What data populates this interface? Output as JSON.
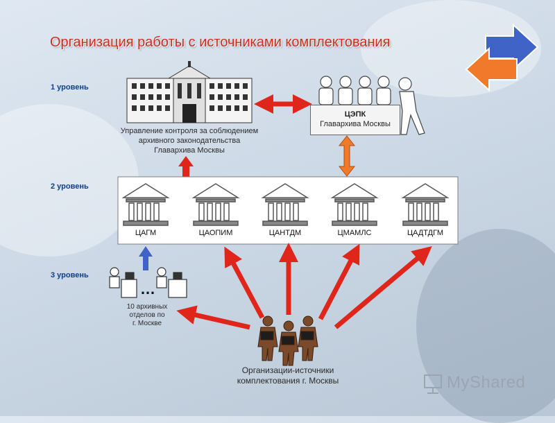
{
  "title": "Организация работы с источниками комплектования",
  "levels": {
    "l1": "1 уровень",
    "l2": "2 уровень",
    "l3": "3 уровень"
  },
  "level1": {
    "office_caption_line1": "Управление контроля за соблюдением",
    "office_caption_line2": "архивного законодательства",
    "office_caption_line3": "Главархива Москвы",
    "cepk_line1": "ЦЭПК",
    "cepk_line2": "Главархива Москвы"
  },
  "archives": [
    {
      "label": "ЦАГМ"
    },
    {
      "label": "ЦАОПИМ"
    },
    {
      "label": "ЦАНТДМ"
    },
    {
      "label": "ЦМАМЛС"
    },
    {
      "label": "ЦАДТДГМ"
    }
  ],
  "level3": {
    "ellipsis": "…",
    "caption_line1": "10 архивных",
    "caption_line2": "отделов по",
    "caption_line3": "г. Москве"
  },
  "sources": {
    "caption_line1": "Организации-источники",
    "caption_line2": "комплектования г. Москвы"
  },
  "logo": {
    "text": "MyShared"
  },
  "colors": {
    "title": "#d62a1d",
    "level_text": "#0c3f8c",
    "arrow_red": "#e0251b",
    "arrow_orange": "#f07a2a",
    "arrow_blue": "#3f63c6"
  }
}
